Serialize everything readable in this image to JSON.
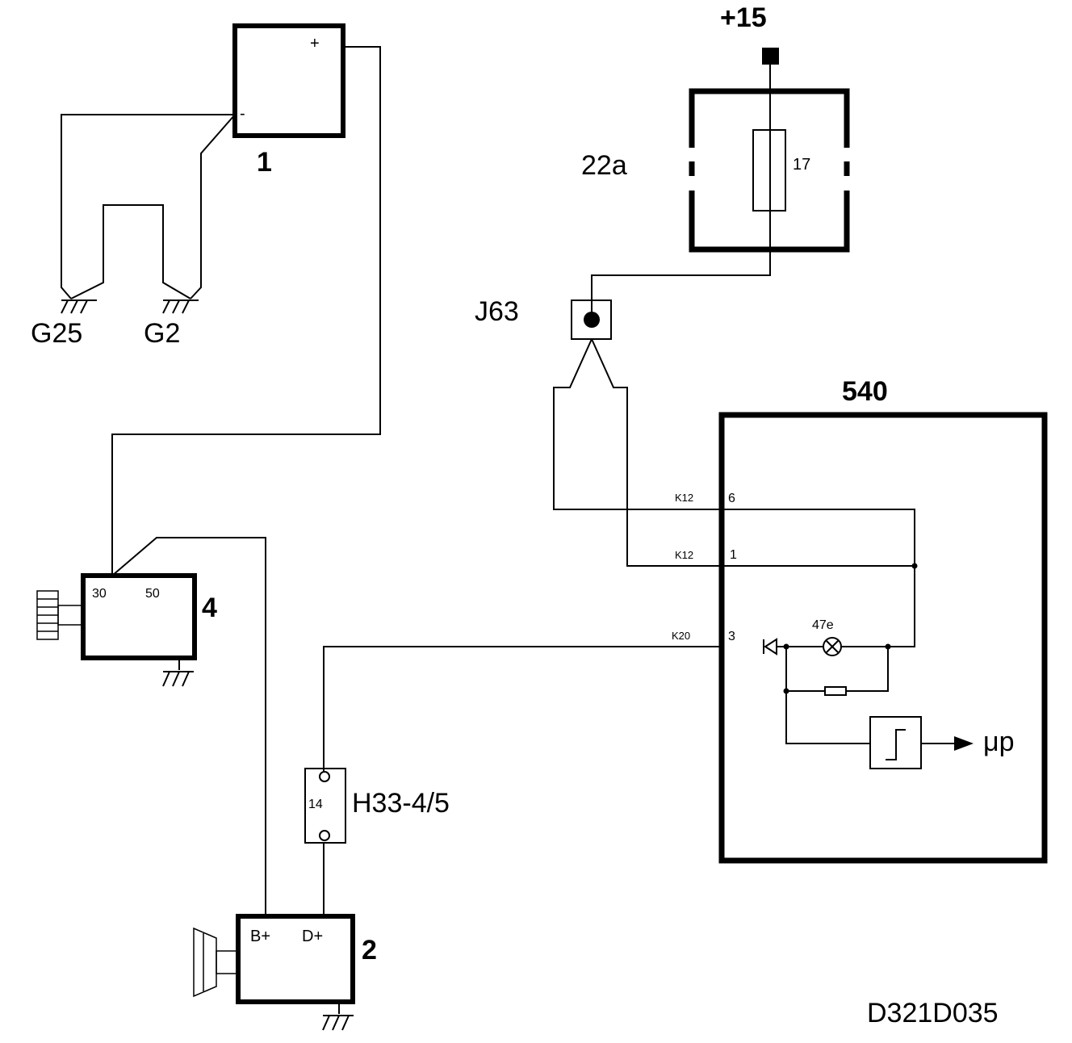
{
  "labels": {
    "supply": "+15",
    "fuse_box": "22a",
    "fuse_no": "17",
    "connector_j63": "J63",
    "ecu": "540",
    "battery": "1",
    "battery_plus": "+",
    "battery_minus": "-",
    "ground_g25": "G25",
    "ground_g2": "G2",
    "starter": "4",
    "starter_t30": "30",
    "starter_t50": "50",
    "alternator": "2",
    "alt_bplus": "B+",
    "alt_dplus": "D+",
    "connector_h33": "H33-4/5",
    "h33_pin": "14",
    "pin_k12_a": "K12",
    "pin_6": "6",
    "pin_k12_b": "K12",
    "pin_1": "1",
    "pin_k20": "K20",
    "pin_3": "3",
    "lamp": "47e",
    "micro": "μp",
    "drawing_code": "D321D035"
  }
}
